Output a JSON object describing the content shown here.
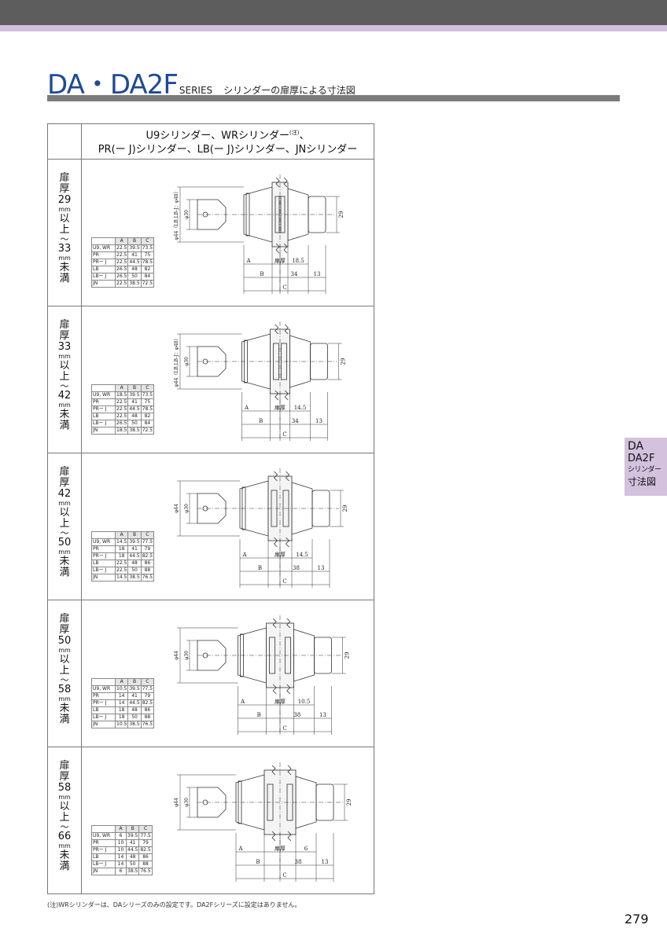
{
  "title": {
    "main": "DA・DA2F",
    "series": "SERIES",
    "subtitle": "シリンダーの扉厚による寸法図"
  },
  "side_tab": {
    "line1": "DA",
    "line2": "DA2F",
    "line3": "シリンダー",
    "line4": "寸法図"
  },
  "header": {
    "line1": "U9シリンダー、WRシリンダー",
    "note_mark": "(注)",
    "line1_end": "、",
    "line2": "PR(ー J)シリンダー、LB(ー J)シリンダー、JNシリンダー"
  },
  "table_headers": [
    "A",
    "B",
    "C"
  ],
  "rows": [
    {
      "label": {
        "prefix": "扉厚",
        "from": "29",
        "unit": "mm",
        "ijo": "以上",
        "tilde": "〜",
        "to": "33",
        "unit2": "mm",
        "suffix": "未満"
      },
      "table": [
        {
          "name": "U9, WR",
          "a": "22.5",
          "b": "39.5",
          "c": "73.5"
        },
        {
          "name": "PR",
          "a": "22.5",
          "b": "41",
          "c": "75"
        },
        {
          "name": "PRー J",
          "a": "22.5",
          "b": "44.5",
          "c": "78.5"
        },
        {
          "name": "LB",
          "a": "26.5",
          "b": "48",
          "c": "82"
        },
        {
          "name": "LBー J",
          "a": "26.5",
          "b": "50",
          "c": "84"
        },
        {
          "name": "JN",
          "a": "22.5",
          "b": "38.5",
          "c": "72.5"
        }
      ],
      "drawing": {
        "phi_outer": "φ44（LB,LB-J：φ48）",
        "phi_inner": "φ30",
        "height": "29",
        "a": "A",
        "door": "扉厚",
        "right_gap": "18.5",
        "b": "B",
        "mid": "34",
        "end": "13",
        "c": "C"
      }
    },
    {
      "label": {
        "prefix": "扉厚",
        "from": "33",
        "unit": "mm",
        "ijo": "以上",
        "tilde": "〜",
        "to": "42",
        "unit2": "mm",
        "suffix": "未満"
      },
      "table": [
        {
          "name": "U9, WR",
          "a": "18.5",
          "b": "39.5",
          "c": "73.5"
        },
        {
          "name": "PR",
          "a": "22.5",
          "b": "41",
          "c": "75"
        },
        {
          "name": "PRー J",
          "a": "22.5",
          "b": "44.5",
          "c": "78.5"
        },
        {
          "name": "LB",
          "a": "22.5",
          "b": "48",
          "c": "82"
        },
        {
          "name": "LBー J",
          "a": "26.5",
          "b": "50",
          "c": "84"
        },
        {
          "name": "JN",
          "a": "18.5",
          "b": "38.5",
          "c": "72.5"
        }
      ],
      "drawing": {
        "phi_outer": "φ44（LB,LB-J：φ48）",
        "phi_inner": "φ30",
        "height": "29",
        "a": "A",
        "door": "扉厚",
        "right_gap": "14.5",
        "b": "B",
        "mid": "34",
        "end": "13",
        "c": "C"
      }
    },
    {
      "label": {
        "prefix": "扉厚",
        "from": "42",
        "unit": "mm",
        "ijo": "以上",
        "tilde": "〜",
        "to": "50",
        "unit2": "mm",
        "suffix": "未満"
      },
      "table": [
        {
          "name": "U9, WR",
          "a": "14.5",
          "b": "39.5",
          "c": "77.5"
        },
        {
          "name": "PR",
          "a": "18",
          "b": "41",
          "c": "79"
        },
        {
          "name": "PRー J",
          "a": "18",
          "b": "44.5",
          "c": "82.5"
        },
        {
          "name": "LB",
          "a": "22.5",
          "b": "48",
          "c": "86"
        },
        {
          "name": "LBー J",
          "a": "22.5",
          "b": "50",
          "c": "88"
        },
        {
          "name": "JN",
          "a": "14.5",
          "b": "38.5",
          "c": "76.5"
        }
      ],
      "drawing": {
        "phi_outer": "φ44",
        "phi_inner": "φ30",
        "height": "29",
        "a": "A",
        "door": "扉厚",
        "right_gap": "14.5",
        "b": "B",
        "mid": "38",
        "end": "13",
        "c": "C"
      }
    },
    {
      "label": {
        "prefix": "扉厚",
        "from": "50",
        "unit": "mm",
        "ijo": "以上",
        "tilde": "〜",
        "to": "58",
        "unit2": "mm",
        "suffix": "未満"
      },
      "table": [
        {
          "name": "U9, WR",
          "a": "10.5",
          "b": "39.5",
          "c": "77.5"
        },
        {
          "name": "PR",
          "a": "14",
          "b": "41",
          "c": "79"
        },
        {
          "name": "PRー J",
          "a": "14",
          "b": "44.5",
          "c": "82.5"
        },
        {
          "name": "LB",
          "a": "18",
          "b": "48",
          "c": "86"
        },
        {
          "name": "LBー J",
          "a": "18",
          "b": "50",
          "c": "88"
        },
        {
          "name": "JN",
          "a": "10.5",
          "b": "38.5",
          "c": "76.5"
        }
      ],
      "drawing": {
        "phi_outer": "φ44",
        "phi_inner": "φ30",
        "height": "29",
        "a": "A",
        "door": "扉厚",
        "right_gap": "10.5",
        "b": "B",
        "mid": "38",
        "end": "13",
        "c": "C"
      }
    },
    {
      "label": {
        "prefix": "扉厚",
        "from": "58",
        "unit": "mm",
        "ijo": "以上",
        "tilde": "〜",
        "to": "66",
        "unit2": "mm",
        "suffix": "未満"
      },
      "table": [
        {
          "name": "U9, WR",
          "a": "6",
          "b": "39.5",
          "c": "77.5"
        },
        {
          "name": "PR",
          "a": "10",
          "b": "41",
          "c": "79"
        },
        {
          "name": "PRー J",
          "a": "10",
          "b": "44.5",
          "c": "82.5"
        },
        {
          "name": "LB",
          "a": "14",
          "b": "48",
          "c": "86"
        },
        {
          "name": "LBー J",
          "a": "14",
          "b": "50",
          "c": "88"
        },
        {
          "name": "JN",
          "a": "6",
          "b": "38.5",
          "c": "76.5"
        }
      ],
      "drawing": {
        "phi_outer": "φ44",
        "phi_inner": "φ30",
        "height": "29",
        "a": "A",
        "door": "扉厚",
        "right_gap": "6",
        "b": "B",
        "mid": "38",
        "end": "13",
        "c": "C"
      }
    }
  ],
  "footnote": "(注)WRシリンダーは、DAシリーズのみの設定です。DA2Fシリーズに設定はありません。",
  "page_number": "279"
}
